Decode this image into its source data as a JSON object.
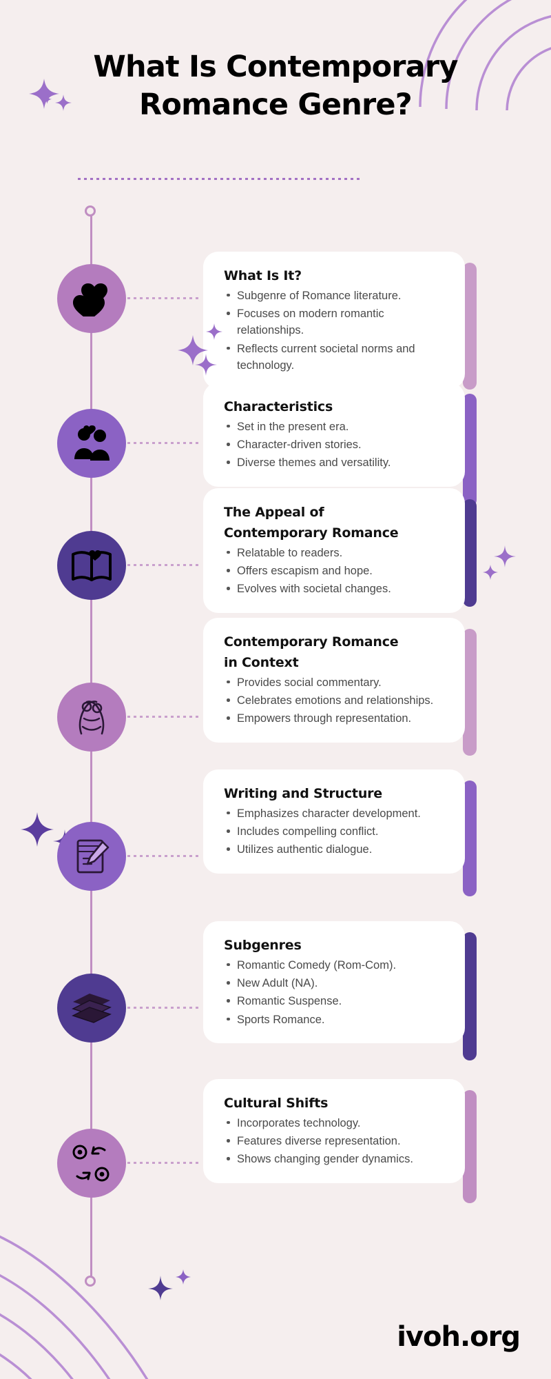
{
  "header": {
    "title_line1": "What Is Contemporary",
    "title_line2": "Romance Genre?"
  },
  "footer": {
    "logo": "ivoh.org"
  },
  "theme": {
    "background": "#f5eeee",
    "card_background": "#ffffff",
    "timeline": "#c08ec2",
    "accent_light": "#c9a0cd",
    "accent_mid": "#8b62c4",
    "accent_dark": "#4f3b91",
    "heading": "#111111",
    "body_text": "#4a4a4a"
  },
  "sections": [
    {
      "icon": "two-hearts-icon",
      "circle_color": "#b47cbe",
      "accent_color": "#c89cc8",
      "title": "What Is It?",
      "bullets": [
        "Subgenre of Romance literature.",
        "Focuses on modern romantic relationships.",
        "Reflects current societal norms and technology."
      ]
    },
    {
      "icon": "couple-icon",
      "circle_color": "#8b62c4",
      "accent_color": "#8b62c4",
      "title": "Characteristics",
      "bullets": [
        "Set in the present era.",
        "Character-driven stories.",
        "Diverse themes and versatility."
      ]
    },
    {
      "icon": "open-book-heart-icon",
      "circle_color": "#4f3b91",
      "accent_color": "#4f3b91",
      "title_line1": "The Appeal of",
      "title_line2": "Contemporary Romance",
      "title": "The Appeal of Contemporary Romance",
      "bullets": [
        "Relatable to readers.",
        "Offers escapism and hope.",
        "Evolves with societal changes."
      ]
    },
    {
      "icon": "couple-embrace-icon",
      "circle_color": "#b47cbe",
      "accent_color": "#c89cc8",
      "title_line1": "Contemporary Romance",
      "title_line2": "in Context",
      "title": "Contemporary Romance in Context",
      "bullets": [
        "Provides social commentary.",
        "Celebrates emotions and relationships.",
        "Empowers through representation."
      ]
    },
    {
      "icon": "notebook-pen-icon",
      "circle_color": "#8b62c4",
      "accent_color": "#8b62c4",
      "title": "Writing and Structure",
      "bullets": [
        "Emphasizes character development.",
        "Includes compelling conflict.",
        "Utilizes authentic dialogue."
      ]
    },
    {
      "icon": "book-stack-icon",
      "circle_color": "#4f3b91",
      "accent_color": "#4f3b91",
      "title": "Subgenres",
      "bullets": [
        "Romantic Comedy (Rom-Com).",
        "New Adult (NA).",
        "Romantic Suspense.",
        "Sports Romance."
      ]
    },
    {
      "icon": "gender-arrows-icon",
      "circle_color": "#b47cbe",
      "accent_color": "#c08ec2",
      "title": "Cultural Shifts",
      "bullets": [
        "Incorporates technology.",
        "Features diverse representation.",
        "Shows changing gender dynamics."
      ]
    }
  ]
}
